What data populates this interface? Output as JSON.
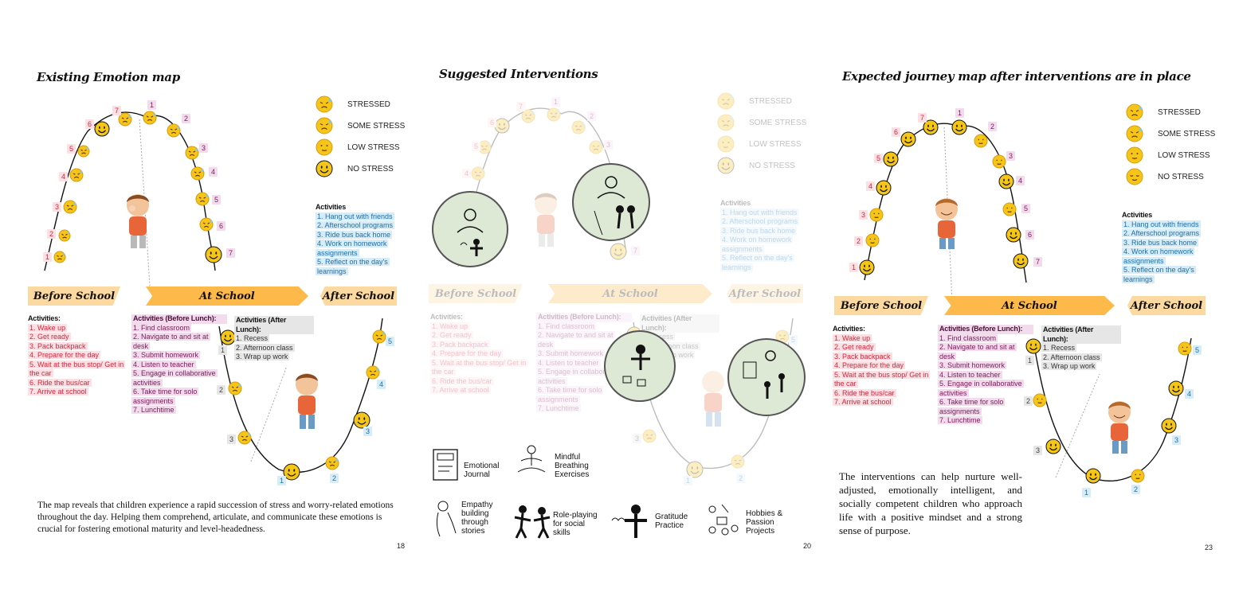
{
  "panels": [
    {
      "title": "Existing Emotion map",
      "legend": [
        {
          "label": "STRESSED",
          "icon": "stressed-face-icon"
        },
        {
          "label": "SOME STRESS",
          "icon": "some-stress-face-icon"
        },
        {
          "label": "LOW STRESS",
          "icon": "low-stress-face-icon"
        },
        {
          "label": "NO STRESS",
          "icon": "no-stress-face-icon"
        }
      ],
      "after_school_activities": {
        "heading": "Activities",
        "items": [
          "1. Hang out with friends",
          "2. Afterschool programs",
          "3. Ride bus back home",
          "4. Work on homework assignments",
          "5. Reflect on the day's learnings"
        ]
      },
      "banners": [
        "Before School",
        "At School",
        "After School"
      ],
      "before_school_activities": {
        "heading": "Activities:",
        "items": [
          "1. Wake up",
          "2. Get ready",
          "3. Pack backpack",
          "4. Prepare for the day",
          "5. Wait at the bus stop/ Get in the car",
          "6. Ride the bus/car",
          "7. Arrive at school"
        ]
      },
      "before_lunch_activities": {
        "heading": "Activities (Before Lunch):",
        "items": [
          "1. Find classroom",
          "2. Navigate to and sit at desk",
          "3. Submit homework",
          "4. Listen to teacher",
          "5. Engage in collaborative activities",
          "6. Take time for solo assignments",
          "7. Lunchtime"
        ]
      },
      "after_lunch_activities": {
        "heading": "Activities (After Lunch):",
        "items": [
          "1. Recess",
          "2. Afternoon class",
          "3. Wrap up work"
        ]
      },
      "paragraph": "The map reveals that children experience a rapid succession of stress and worry-related emotions throughout the day. Helping them comprehend, articulate, and communicate these emotions is crucial for fostering emotional maturity and level-headedness.",
      "page_number": "18"
    },
    {
      "title": "Suggested Interventions",
      "legend": [
        {
          "label": "STRESSED",
          "icon": "stressed-face-icon"
        },
        {
          "label": "SOME STRESS",
          "icon": "some-stress-face-icon"
        },
        {
          "label": "LOW STRESS",
          "icon": "low-stress-face-icon"
        },
        {
          "label": "NO STRESS",
          "icon": "no-stress-face-icon"
        }
      ],
      "after_school_activities": {
        "heading": "Activities",
        "items": [
          "1. Hang out with friends",
          "2. Afterschool programs",
          "3. Ride bus back home",
          "4. Work on homework assignments",
          "5. Reflect on the day's learnings"
        ]
      },
      "banners": [
        "Before School",
        "At School",
        "After School"
      ],
      "before_school_activities": {
        "heading": "Activities:",
        "items": [
          "1. Wake up",
          "2. Get ready",
          "3. Pack backpack",
          "4. Prepare for the day",
          "5. Wait at the bus stop/ Get in the car",
          "6. Ride the bus/car",
          "7. Arrive at school"
        ]
      },
      "before_lunch_activities": {
        "heading": "Activities (Before Lunch):",
        "items": [
          "1. Find classroom",
          "2. Navigate to and sit at desk",
          "3. Submit homework",
          "4. Listen to teacher",
          "5. Engage in collaborative activities",
          "6. Take time for solo assignments",
          "7. Lunchtime"
        ]
      },
      "after_lunch_activities": {
        "heading": "Activities (After Lunch):",
        "items": [
          "1. Recess",
          "2. Afternoon class",
          "3. Wrap up work"
        ]
      },
      "interventions": [
        {
          "label": "Emotional Journal",
          "icon": "journal-icon"
        },
        {
          "label": "Mindful Breathing Exercises",
          "icon": "meditation-icon"
        },
        {
          "label": "Empathy building through stories",
          "icon": "storytelling-icon"
        },
        {
          "label": "Role-playing for social skills",
          "icon": "role-play-icon"
        },
        {
          "label": "Gratitude Practice",
          "icon": "gratitude-icon"
        },
        {
          "label": "Hobbies & Passion Projects",
          "icon": "hobbies-icon"
        }
      ],
      "page_number": "20"
    },
    {
      "title": "Expected journey map after interventions are in place",
      "legend": [
        {
          "label": "STRESSED",
          "icon": "stressed-face-icon"
        },
        {
          "label": "SOME STRESS",
          "icon": "some-stress-face-icon"
        },
        {
          "label": "LOW STRESS",
          "icon": "low-stress-face-icon"
        },
        {
          "label": "NO STRESS",
          "icon": "relieved-face-icon"
        }
      ],
      "after_school_activities": {
        "heading": "Activities",
        "items": [
          "1. Hang out with friends",
          "2. Afterschool programs",
          "3. Ride bus back home",
          "4. Work on homework assignments",
          "5. Reflect on the day's learnings"
        ]
      },
      "banners": [
        "Before School",
        "At School",
        "After School"
      ],
      "before_school_activities": {
        "heading": "Activities:",
        "items": [
          "1. Wake up",
          "2. Get ready",
          "3. Pack backpack",
          "4. Prepare for the day",
          "5. Wait at the bus stop/ Get in the car",
          "6. Ride the bus/car",
          "7. Arrive at school"
        ]
      },
      "before_lunch_activities": {
        "heading": "Activities (Before Lunch):",
        "items": [
          "1. Find classroom",
          "2. Navigate to and sit at desk",
          "3. Submit homework",
          "4. Listen to teacher",
          "5. Engage in collaborative activities",
          "6. Take time for solo assignments",
          "7. Lunchtime"
        ]
      },
      "after_lunch_activities": {
        "heading": "Activities (After Lunch):",
        "items": [
          "1. Recess",
          "2. Afternoon class",
          "3. Wrap up work"
        ]
      },
      "paragraph": "The interventions can help nurture well-adjusted, emotionally intelligent, and socially competent children who approach life with a positive mindset and a strong sense of purpose.",
      "page_number": "23"
    }
  ],
  "step_numbers": {
    "before": [
      "1",
      "2",
      "3",
      "4",
      "5",
      "6",
      "7"
    ],
    "lunch": [
      "1",
      "2",
      "3",
      "4",
      "5",
      "6",
      "7"
    ],
    "after_lunch": [
      "1",
      "2",
      "3"
    ],
    "after_school": [
      "1",
      "2",
      "3",
      "4",
      "5"
    ]
  },
  "colors": {
    "banner_light": "#fbd9a0",
    "banner_strong": "#fdb94a",
    "face_yellow": "#f5c518",
    "bubble_green": "#dde9d5",
    "red_text": "#d2283e",
    "purple_text": "#7a1a56",
    "blue_text": "#1c6fae"
  }
}
